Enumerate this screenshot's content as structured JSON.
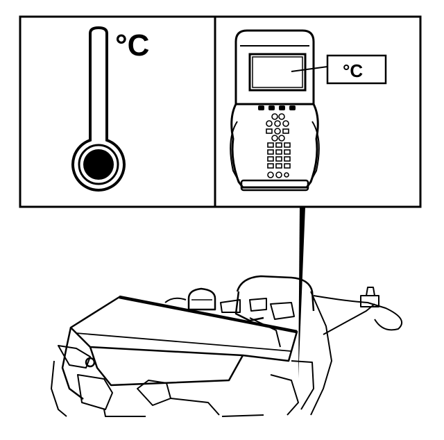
{
  "left_panel": {
    "icon": "thermometer-icon",
    "unit_label": "°C"
  },
  "right_panel": {
    "device": "scan-tool-handheld",
    "readout_unit_label": "°C"
  },
  "engine": {
    "illustration": "engine-top-view-line-drawing"
  },
  "colors": {
    "line": "#000000",
    "background": "#ffffff"
  }
}
